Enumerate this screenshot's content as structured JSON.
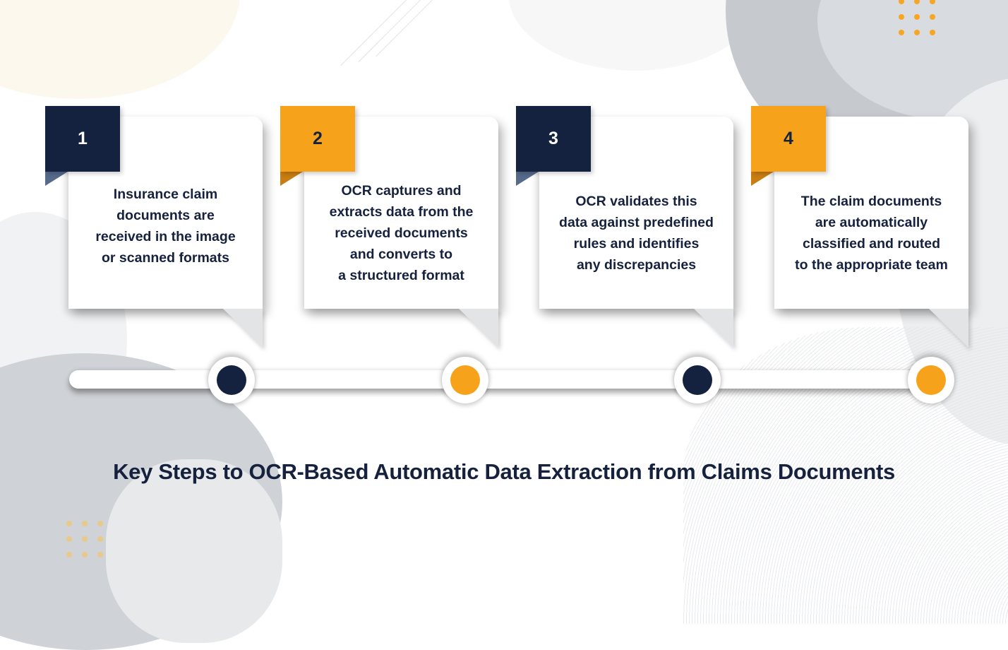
{
  "title": "Key Steps to OCR-Based Automatic Data Extraction from Claims Documents",
  "colors": {
    "navy": "#142240",
    "orange": "#f6a31b",
    "text": "#16213e",
    "card_bg": "#ffffff",
    "background_gray": "#c6c9ce"
  },
  "steps": [
    {
      "number": "1",
      "badge_color": "navy",
      "text": "Insurance claim\ndocuments are\nreceived in the image\nor scanned formats"
    },
    {
      "number": "2",
      "badge_color": "orange",
      "text": "OCR captures and\nextracts data from the\nreceived documents\nand converts to\na structured format"
    },
    {
      "number": "3",
      "badge_color": "navy",
      "text": "OCR validates this\ndata against predefined\nrules and identifies\nany discrepancies"
    },
    {
      "number": "4",
      "badge_color": "orange",
      "text": "The claim documents\nare automatically\nclassified and routed\nto the appropriate team"
    }
  ],
  "timeline": {
    "nodes": [
      {
        "step": "1",
        "color": "navy"
      },
      {
        "step": "2",
        "color": "orange"
      },
      {
        "step": "3",
        "color": "navy"
      },
      {
        "step": "4",
        "color": "orange"
      }
    ]
  }
}
